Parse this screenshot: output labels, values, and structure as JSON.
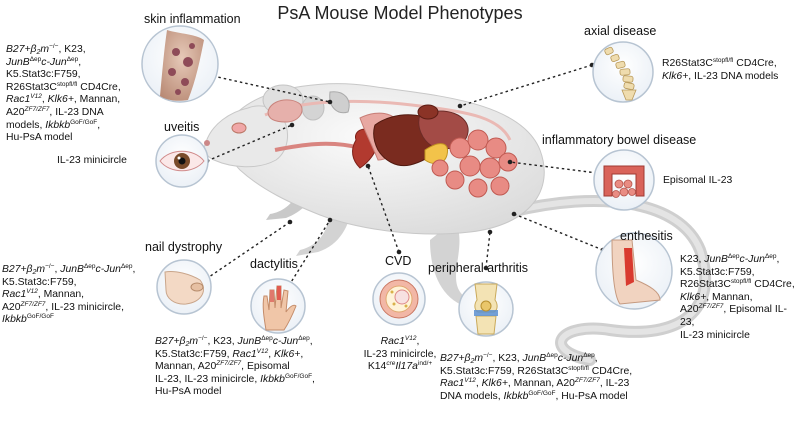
{
  "title": "PsA Mouse Model Phenotypes",
  "phenotypes": {
    "skin": {
      "label": "skin inflammation",
      "models": [
        [
          {
            "t": "B27+β",
            "i": true
          },
          {
            "t": "2",
            "i": true,
            "sub": true
          },
          {
            "t": "m",
            "i": true
          },
          {
            "t": "−/−",
            "sup": true
          },
          {
            "t": ", K23,"
          }
        ],
        [
          {
            "t": "JunB",
            "i": true
          },
          {
            "t": "Δep",
            "sup": true
          },
          {
            "t": "c-Jun",
            "i": true
          },
          {
            "t": "Δep",
            "sup": true
          },
          {
            "t": ","
          }
        ],
        [
          {
            "t": "K5.Stat3c:F759,"
          }
        ],
        [
          {
            "t": "R26Stat3C"
          },
          {
            "t": "stopfl/fl",
            "sup": true
          },
          {
            "t": " CD4Cre,"
          }
        ],
        [
          {
            "t": "Rac1",
            "i": true
          },
          {
            "t": "V12",
            "i": true,
            "sup": true
          },
          {
            "t": ", "
          },
          {
            "t": "Klk6+",
            "i": true
          },
          {
            "t": ", Mannan,"
          }
        ],
        [
          {
            "t": "A20"
          },
          {
            "t": "ZF7/ZF7",
            "i": true,
            "sup": true
          },
          {
            "t": ", IL-23 DNA"
          }
        ],
        [
          {
            "t": "models, "
          },
          {
            "t": "Ikbkb",
            "i": true
          },
          {
            "t": "GoF/GoF",
            "sup": true
          },
          {
            "t": ","
          }
        ],
        [
          {
            "t": "Hu-PsA model"
          }
        ]
      ]
    },
    "uveitis": {
      "label": "uveitis",
      "models": [
        [
          {
            "t": "IL-23 minicircle"
          }
        ]
      ]
    },
    "nail": {
      "label": "nail dystrophy",
      "models": [
        [
          {
            "t": "B27+β",
            "i": true
          },
          {
            "t": "2",
            "i": true,
            "sub": true
          },
          {
            "t": "m",
            "i": true
          },
          {
            "t": "−/−",
            "sup": true
          },
          {
            "t": ", "
          },
          {
            "t": "JunB",
            "i": true
          },
          {
            "t": "Δep",
            "sup": true
          },
          {
            "t": "c-Jun",
            "i": true
          },
          {
            "t": "Δep",
            "sup": true
          },
          {
            "t": ","
          }
        ],
        [
          {
            "t": "K5.Stat3c:F759,"
          }
        ],
        [
          {
            "t": "Rac1",
            "i": true
          },
          {
            "t": "V12",
            "i": true,
            "sup": true
          },
          {
            "t": ",   Mannan,"
          }
        ],
        [
          {
            "t": "A20"
          },
          {
            "t": "ZF7/ZF7",
            "i": true,
            "sup": true
          },
          {
            "t": ", IL-23 minicircle,"
          }
        ],
        [
          {
            "t": "Ikbkb",
            "i": true
          },
          {
            "t": "GoF/GoF",
            "sup": true
          }
        ]
      ]
    },
    "dactylitis": {
      "label": "dactylitis",
      "models": [
        [
          {
            "t": "B27+β",
            "i": true
          },
          {
            "t": "2",
            "i": true,
            "sub": true
          },
          {
            "t": "m",
            "i": true
          },
          {
            "t": "−/−",
            "sup": true
          },
          {
            "t": ",  K23,   "
          },
          {
            "t": "JunB",
            "i": true
          },
          {
            "t": "Δep",
            "sup": true
          },
          {
            "t": "c-Jun",
            "i": true
          },
          {
            "t": "Δep",
            "sup": true
          },
          {
            "t": ","
          }
        ],
        [
          {
            "t": "K5.Stat3c:F759,    "
          },
          {
            "t": "Rac1",
            "i": true
          },
          {
            "t": "V12",
            "i": true,
            "sup": true
          },
          {
            "t": ",    "
          },
          {
            "t": "Klk6+",
            "i": true
          },
          {
            "t": ","
          }
        ],
        [
          {
            "t": "Mannan,      A20"
          },
          {
            "t": "ZF7/ZF7",
            "i": true,
            "sup": true
          },
          {
            "t": ",      Episomal"
          }
        ],
        [
          {
            "t": "IL-23, IL-23 minicircle, "
          },
          {
            "t": "Ikbkb",
            "i": true
          },
          {
            "t": "GoF/GoF",
            "sup": true
          },
          {
            "t": ","
          }
        ],
        [
          {
            "t": "Hu-PsA model"
          }
        ]
      ]
    },
    "cvd": {
      "label": "CVD",
      "models": [
        [
          {
            "t": "Rac1",
            "i": true
          },
          {
            "t": "V12",
            "i": true,
            "sup": true
          },
          {
            "t": ","
          }
        ],
        [
          {
            "t": "IL-23 minicircle,"
          }
        ],
        [
          {
            "t": "K14"
          },
          {
            "t": "cre",
            "i": true,
            "sup": true
          },
          {
            "t": "Il17a",
            "i": true
          },
          {
            "t": "ind/+",
            "sup": true
          }
        ]
      ]
    },
    "peripheral": {
      "label": "peripheral arthritis",
      "models": [
        [
          {
            "t": "B27+β",
            "i": true
          },
          {
            "t": "2",
            "i": true,
            "sub": true
          },
          {
            "t": "m",
            "i": true
          },
          {
            "t": "−/−",
            "sup": true
          },
          {
            "t": ", K23, "
          },
          {
            "t": "JunB",
            "i": true
          },
          {
            "t": "Δep",
            "sup": true
          },
          {
            "t": "c-Jun",
            "i": true
          },
          {
            "t": "Δep",
            "sup": true
          },
          {
            "t": ","
          }
        ],
        [
          {
            "t": "K5.Stat3c:F759, R26Stat3C"
          },
          {
            "t": "stopfl/fl",
            "sup": true
          },
          {
            "t": " CD4Cre,"
          }
        ],
        [
          {
            "t": "Rac1",
            "i": true
          },
          {
            "t": "V12",
            "i": true,
            "sup": true
          },
          {
            "t": ", "
          },
          {
            "t": "Klk6+",
            "i": true
          },
          {
            "t": ", Mannan, A20"
          },
          {
            "t": "ZF7/ZF7",
            "i": true,
            "sup": true
          },
          {
            "t": ", IL-23"
          }
        ],
        [
          {
            "t": "DNA models, "
          },
          {
            "t": "Ikbkb",
            "i": true
          },
          {
            "t": "GoF/GoF",
            "sup": true
          },
          {
            "t": ", Hu-PsA model"
          }
        ]
      ]
    },
    "axial": {
      "label": "axial disease",
      "models": [
        [
          {
            "t": "R26Stat3C"
          },
          {
            "t": "stopfl/fl",
            "sup": true
          },
          {
            "t": " CD4Cre,"
          }
        ],
        [
          {
            "t": "Klk6+",
            "i": true
          },
          {
            "t": ", IL-23 DNA models"
          }
        ]
      ]
    },
    "ibd": {
      "label": "inflammatory bowel disease",
      "models": [
        [
          {
            "t": "Episomal IL-23"
          }
        ]
      ]
    },
    "enthesitis": {
      "label": "enthesitis",
      "models": [
        [
          {
            "t": "K23, "
          },
          {
            "t": "JunB",
            "i": true
          },
          {
            "t": "Δep",
            "sup": true
          },
          {
            "t": "c-Jun",
            "i": true
          },
          {
            "t": "Δep",
            "sup": true
          },
          {
            "t": ","
          }
        ],
        [
          {
            "t": "K5.Stat3c:F759,"
          }
        ],
        [
          {
            "t": "R26Stat3C"
          },
          {
            "t": "stopfl/fl",
            "sup": true
          },
          {
            "t": " CD4Cre,"
          }
        ],
        [
          {
            "t": "Klk6+",
            "i": true
          },
          {
            "t": ", Mannan,"
          }
        ],
        [
          {
            "t": "A20"
          },
          {
            "t": "ZF7/ZF7",
            "i": true,
            "sup": true
          },
          {
            "t": ",  Episomal  IL-23,"
          }
        ],
        [
          {
            "t": "IL-23 minicircle"
          }
        ]
      ]
    }
  }
}
